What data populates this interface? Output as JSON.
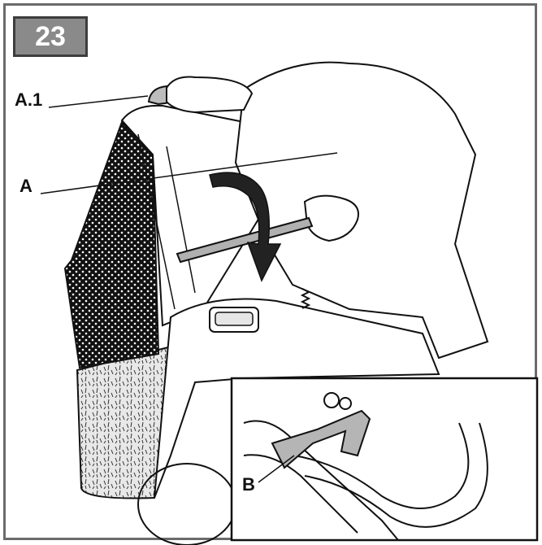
{
  "step": {
    "number": "23"
  },
  "callouts": {
    "a1": "A.1",
    "a": "A",
    "b": "B"
  },
  "colors": {
    "frame": "#6b6b6b",
    "badge": "#8a8a8a",
    "badge_border": "#3d3d3d",
    "ink": "#111111"
  }
}
